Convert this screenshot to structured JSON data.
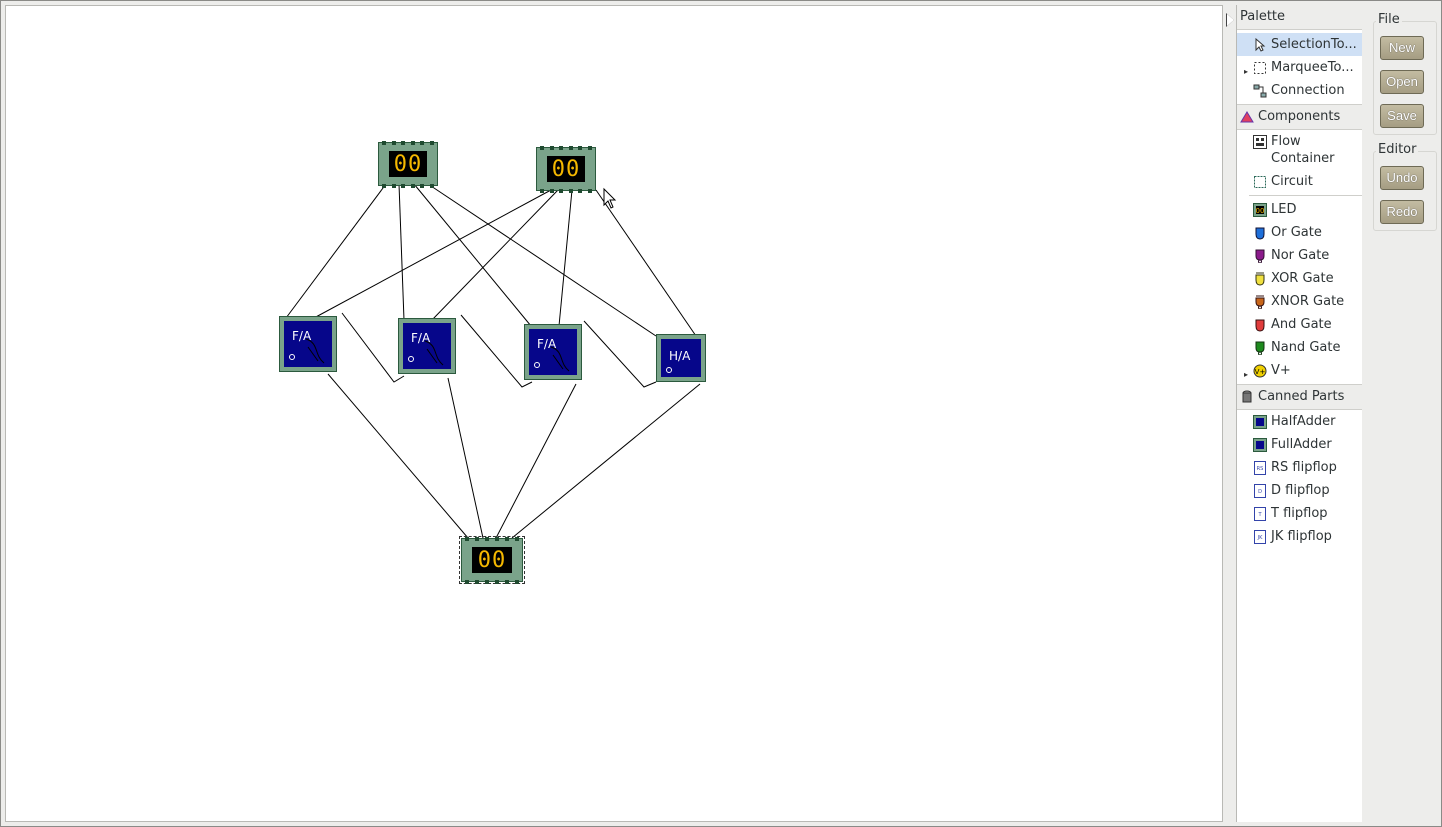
{
  "palette": {
    "title": "Palette",
    "tools": [
      {
        "label": "SelectionTo...",
        "icon": "arrow-cursor-icon",
        "selected": true
      },
      {
        "label": "MarqueeTo...",
        "icon": "marquee-icon"
      },
      {
        "label": "Connection",
        "icon": "connection-icon"
      }
    ],
    "components_title": "Components",
    "containers": [
      {
        "label": "Flow Container",
        "icon": "flow-container-icon"
      },
      {
        "label": "Circuit",
        "icon": "circuit-icon"
      }
    ],
    "gates": [
      {
        "label": "LED",
        "icon": "led-icon"
      },
      {
        "label": "Or Gate",
        "icon": "or-gate-icon",
        "color": "#1e6fd9"
      },
      {
        "label": "Nor Gate",
        "icon": "nor-gate-icon",
        "color": "#8b1a8b"
      },
      {
        "label": "XOR Gate",
        "icon": "xor-gate-icon",
        "color": "#f0e040"
      },
      {
        "label": "XNOR Gate",
        "icon": "xnor-gate-icon",
        "color": "#c8661a"
      },
      {
        "label": "And Gate",
        "icon": "and-gate-icon",
        "color": "#e03c3c"
      },
      {
        "label": "Nand Gate",
        "icon": "nand-gate-icon",
        "color": "#1e8a1e"
      },
      {
        "label": "V+",
        "icon": "vplus-icon",
        "color": "#f0d000"
      }
    ],
    "canned_title": "Canned Parts",
    "canned": [
      {
        "label": "HalfAdder",
        "icon": "half-adder-icon"
      },
      {
        "label": "FullAdder",
        "icon": "full-adder-icon"
      },
      {
        "label": "RS flipflop",
        "icon": "rs-flipflop-icon"
      },
      {
        "label": "D flipflop",
        "icon": "d-flipflop-icon"
      },
      {
        "label": "T flipflop",
        "icon": "t-flipflop-icon"
      },
      {
        "label": "JK flipflop",
        "icon": "jk-flipflop-icon"
      }
    ]
  },
  "file_group": {
    "title": "File",
    "new": "New",
    "open": "Open",
    "save": "Save"
  },
  "editor_group": {
    "title": "Editor",
    "undo": "Undo",
    "redo": "Redo"
  },
  "diagram": {
    "led_top_left": "00",
    "led_top_right": "00",
    "led_bottom": "00",
    "adder1": "F/A",
    "adder2": "F/A",
    "adder3": "F/A",
    "adder4": "H/A"
  },
  "colors": {
    "led_digits": "#f5b800",
    "adder_body": "#06068a",
    "component_frame": "#7aa38a",
    "button": "#b3ac92",
    "selection": "#cfe0f5"
  }
}
